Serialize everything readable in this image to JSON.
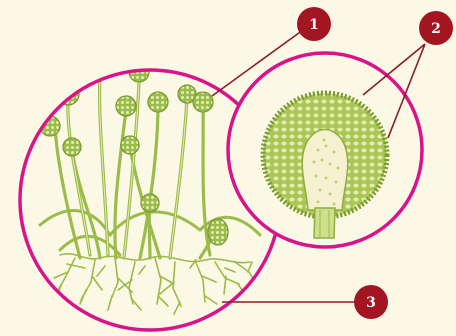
{
  "labels": [
    {
      "id": "mushroom-mold",
      "text": "1"
    },
    {
      "id": "sporangium-detail",
      "text": "2"
    },
    {
      "id": "rhizoids",
      "text": "3"
    }
  ],
  "colors": {
    "background": "#fcf8e6",
    "circle_outline": "#d9138a",
    "badge_fill": "#a31621",
    "leader_line": "#8a1c2a",
    "mold_green": "#9bbb4a",
    "mold_dark": "#6f8f2a",
    "mold_light": "#d8e6a0"
  },
  "icons": [
    "sporangium-icon",
    "hypha-icon",
    "rhizoid-icon"
  ]
}
